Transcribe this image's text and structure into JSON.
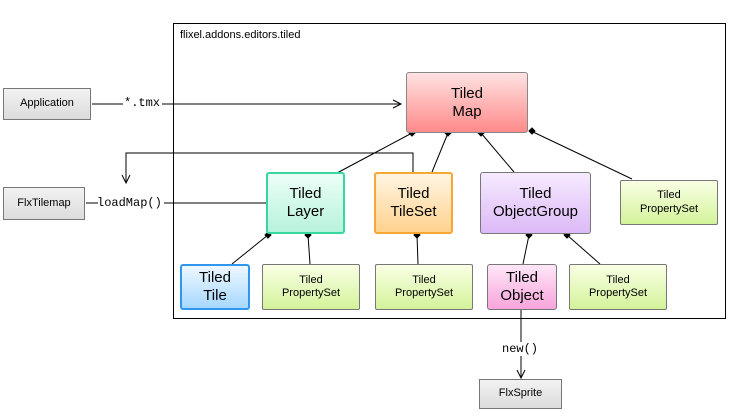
{
  "frame": {
    "label": "flixel.addons.editors.tiled"
  },
  "nodes": {
    "application": "Application",
    "flxtilemap": "FlxTilemap",
    "flxsprite": "FlxSprite",
    "tiled_map": "Tiled\nMap",
    "tiled_layer": "Tiled\nLayer",
    "tiled_tileset": "Tiled\nTileSet",
    "tiled_objectgroup": "Tiled\nObjectGroup",
    "tiled_propertyset_map": "Tiled\nPropertySet",
    "tiled_tile": "Tiled\nTile",
    "tiled_propertyset_layer": "Tiled\nPropertySet",
    "tiled_propertyset_tileset": "Tiled\nPropertySet",
    "tiled_object": "Tiled\nObject",
    "tiled_propertyset_objectgroup": "Tiled\nPropertySet"
  },
  "edge_labels": {
    "tmx": "*.tmx",
    "loadmap": "loadMap()",
    "new": "new()"
  }
}
